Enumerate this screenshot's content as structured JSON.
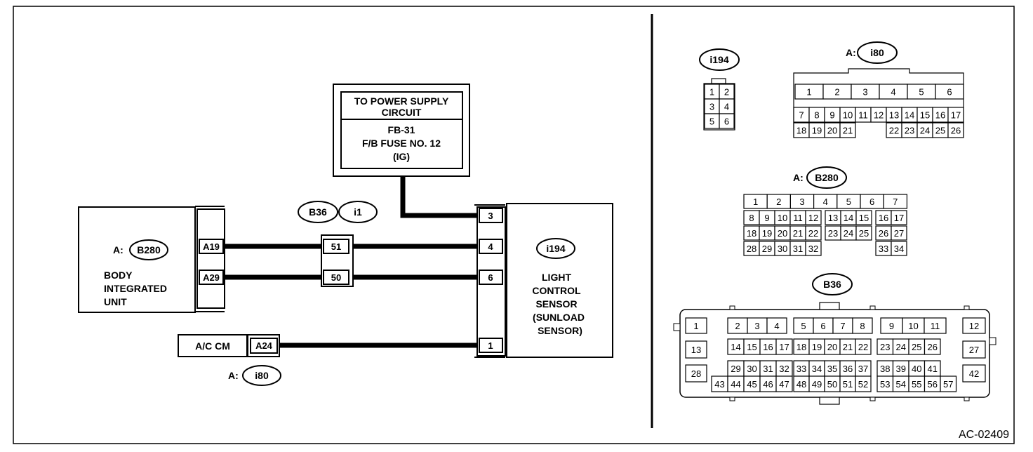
{
  "diagram_id": "AC-02409",
  "power_box": {
    "line1": "TO POWER SUPPLY",
    "line2": "CIRCUIT",
    "fuse_line1": "FB-31",
    "fuse_line2": "F/B FUSE NO. 12",
    "fuse_line3": "(IG)"
  },
  "body_unit": {
    "connector_prefix": "A:",
    "connector": "B280",
    "name_line1": "BODY",
    "name_line2": "INTEGRATED",
    "name_line3": "UNIT",
    "pin_a19": "A19",
    "pin_a29": "A29"
  },
  "joint": {
    "connector1": "B36",
    "connector2": "i1",
    "pin_51": "51",
    "pin_50": "50"
  },
  "sensor": {
    "connector": "i194",
    "name_line1": "LIGHT",
    "name_line2": "CONTROL",
    "name_line3": "SENSOR",
    "name_line4": "(SUNLOAD",
    "name_line5": "SENSOR)",
    "pin_3": "3",
    "pin_4": "4",
    "pin_6": "6",
    "pin_1": "1"
  },
  "ac_cm": {
    "name": "A/C CM",
    "pin": "A24",
    "connector_prefix": "A:",
    "connector": "i80"
  },
  "legend": {
    "i194": {
      "label": "i194",
      "rows": [
        [
          "1",
          "2"
        ],
        [
          "3",
          "4"
        ],
        [
          "5",
          "6"
        ]
      ]
    },
    "i80": {
      "prefix": "A:",
      "label": "i80",
      "row1": [
        "1",
        "2",
        "3",
        "4",
        "5",
        "6"
      ],
      "row2": [
        "7",
        "8",
        "9",
        "10",
        "11",
        "12",
        "13",
        "14",
        "15",
        "16",
        "17"
      ],
      "row3a": [
        "18",
        "19",
        "20",
        "21"
      ],
      "row3b": [
        "22",
        "23",
        "24",
        "25",
        "26"
      ]
    },
    "b280": {
      "prefix": "A:",
      "label": "B280",
      "row1": [
        "1",
        "2",
        "3",
        "4",
        "5",
        "6",
        "7"
      ],
      "row2a": [
        "8",
        "9",
        "10",
        "11",
        "12"
      ],
      "row2b": [
        "13",
        "14",
        "15"
      ],
      "row2c": [
        "16",
        "17"
      ],
      "row3a": [
        "18",
        "19",
        "20",
        "21",
        "22"
      ],
      "row3b": [
        "23",
        "24",
        "25"
      ],
      "row3c": [
        "26",
        "27"
      ],
      "row4a": [
        "28",
        "29",
        "30",
        "31",
        "32"
      ],
      "row4c": [
        "33",
        "34"
      ]
    },
    "b36": {
      "label": "B36",
      "pin1": "1",
      "pin12": "12",
      "pin13": "13",
      "pin27": "27",
      "pin28": "28",
      "pin42": "42",
      "r1a": [
        "2",
        "3",
        "4"
      ],
      "r1b": [
        "5",
        "6",
        "7",
        "8"
      ],
      "r1c": [
        "9",
        "10",
        "11"
      ],
      "r2a": [
        "14",
        "15",
        "16",
        "17"
      ],
      "r2b": [
        "18",
        "19",
        "20",
        "21",
        "22"
      ],
      "r2c": [
        "23",
        "24",
        "25",
        "26"
      ],
      "r3a": [
        "29",
        "30",
        "31",
        "32"
      ],
      "r3b": [
        "33",
        "34",
        "35",
        "36",
        "37"
      ],
      "r3c": [
        "38",
        "39",
        "40",
        "41"
      ],
      "r4a": [
        "43",
        "44",
        "45",
        "46",
        "47"
      ],
      "r4b": [
        "48",
        "49",
        "50",
        "51",
        "52"
      ],
      "r4c": [
        "53",
        "54",
        "55",
        "56",
        "57"
      ]
    }
  }
}
